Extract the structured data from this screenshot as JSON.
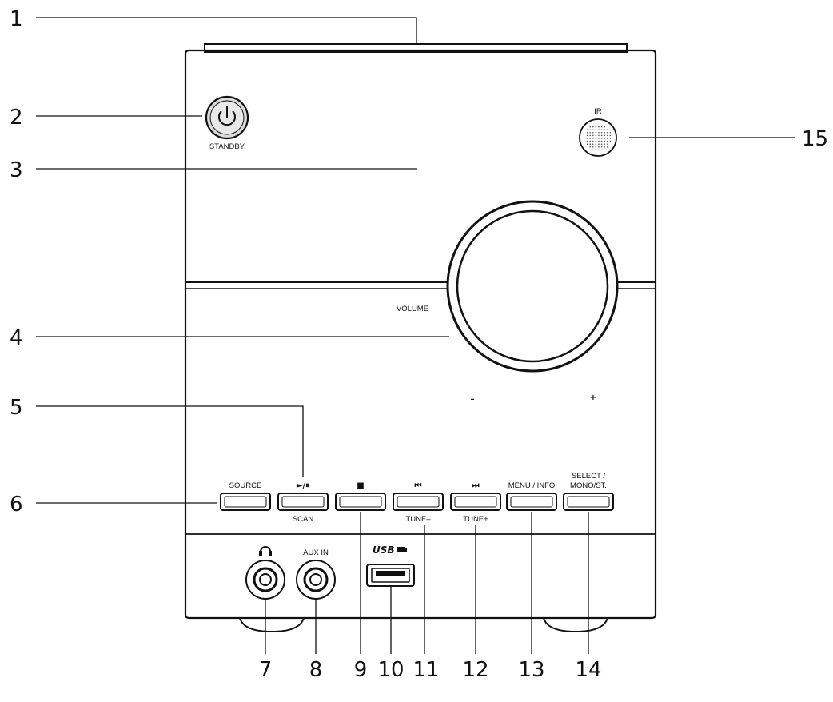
{
  "device": {
    "standby_label": "STANDBY",
    "ir_label": "IR",
    "volume_label": "VOLUME",
    "volume_minus": "–",
    "volume_plus": "+",
    "headphone_symbol": "headphone-icon",
    "aux_label": "AUX IN",
    "usb_label": "USB",
    "buttons": [
      {
        "top": "SOURCE",
        "bottom": ""
      },
      {
        "top": "►/⏸",
        "bottom": "SCAN"
      },
      {
        "top": "■",
        "bottom": ""
      },
      {
        "top": "⏮",
        "bottom": "TUNE–"
      },
      {
        "top": "⏭",
        "bottom": "TUNE+"
      },
      {
        "top": "MENU / INFO",
        "bottom": ""
      },
      {
        "top": "SELECT /",
        "top2": "MONO/ST.",
        "bottom": ""
      }
    ]
  },
  "callouts": [
    "1",
    "2",
    "3",
    "4",
    "5",
    "6",
    "7",
    "8",
    "9",
    "10",
    "11",
    "12",
    "13",
    "14",
    "15"
  ]
}
